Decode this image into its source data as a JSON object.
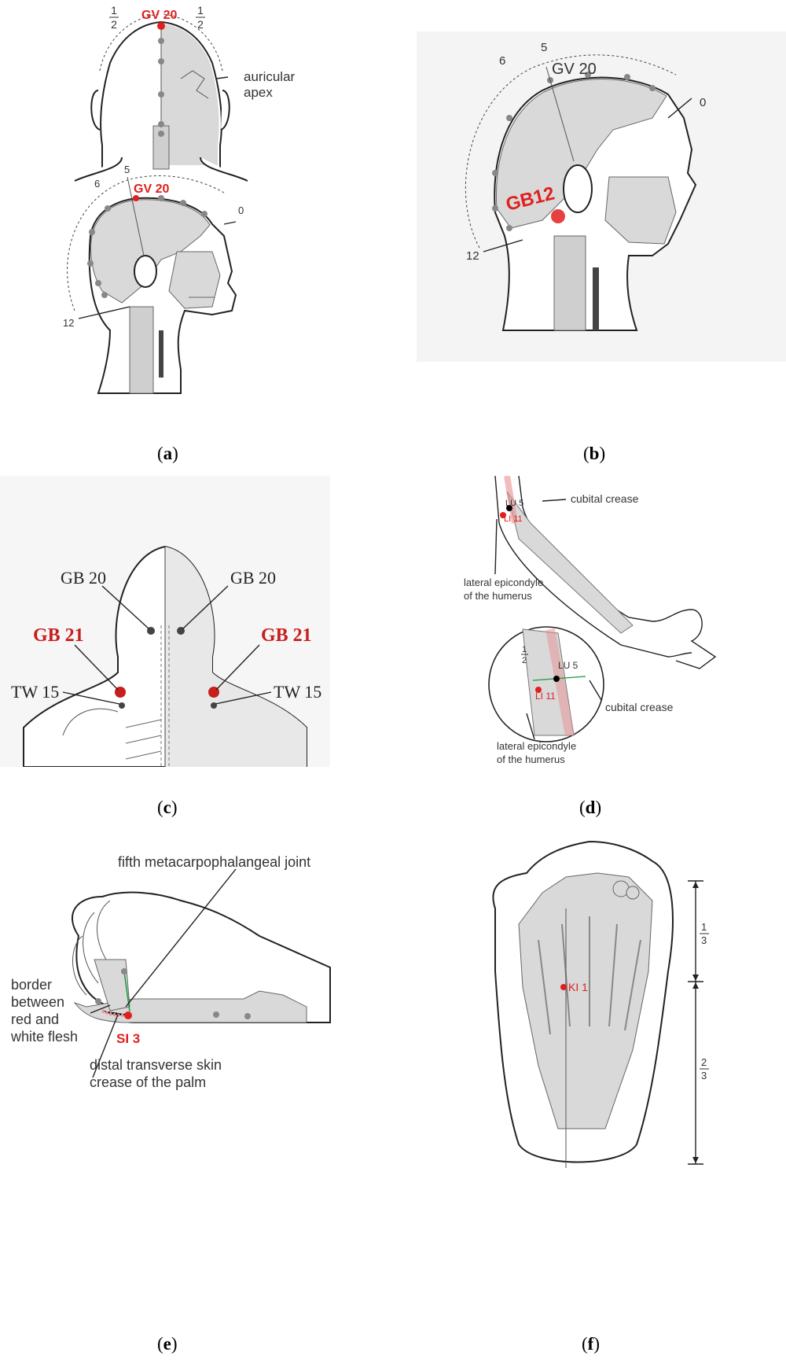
{
  "panels": {
    "a": {
      "caption": "a",
      "top": {
        "point": "GV 20",
        "half_left_num": "1",
        "half_left_den": "2",
        "half_right_num": "1",
        "half_right_den": "2",
        "landmark": [
          "auricular",
          "apex"
        ]
      },
      "side": {
        "point": "GV 20",
        "scale_6": "6",
        "scale_5": "5",
        "scale_0": "0",
        "scale_12": "12"
      }
    },
    "b": {
      "caption": "b",
      "point_top": "GV 20",
      "point_red": "GB12",
      "scale_6": "6",
      "scale_5": "5",
      "scale_0": "0",
      "scale_12": "12"
    },
    "c": {
      "caption": "c",
      "gb20_left": "GB 20",
      "gb20_right": "GB 20",
      "gb21_left": "GB 21",
      "gb21_right": "GB 21",
      "tw15_left": "TW 15",
      "tw15_right": "TW 15"
    },
    "d": {
      "caption": "d",
      "lu5_top": "LU 5",
      "li11_top": "LI 11",
      "cubital_top": "cubital crease",
      "epicondyle_top": [
        "lateral epicondyle",
        "of the humerus"
      ],
      "half_num": "1",
      "half_den": "2",
      "lu5_zoom": "LU 5",
      "li11_zoom": "LI 11",
      "cubital_zoom": "cubital crease",
      "epicondyle_zoom": [
        "lateral epicondyle",
        "of the humerus"
      ]
    },
    "e": {
      "caption": "e",
      "joint": "fifth metacarpophalangeal joint",
      "border": [
        "border",
        "between",
        "red and",
        "white flesh"
      ],
      "point": "SI 3",
      "crease": [
        "distal transverse skin",
        "crease of the palm"
      ]
    },
    "f": {
      "caption": "f",
      "point": "KI 1",
      "third_num": "1",
      "third_den": "3",
      "twothirds_num": "2",
      "twothirds_den": "3"
    }
  },
  "colors": {
    "acupoint": "#e0201e",
    "bone": "#d9d9d9",
    "landmark_dot": "#888888",
    "meridian_line": "#1a9a3a"
  }
}
